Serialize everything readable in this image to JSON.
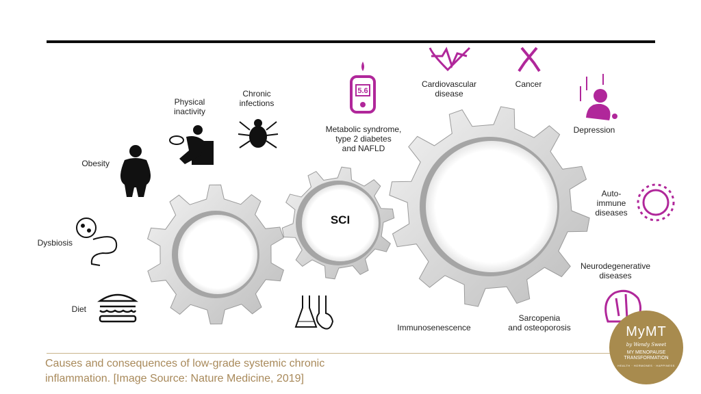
{
  "diagram": {
    "center_label": "SCI",
    "causes": {
      "physical_inactivity": "Physical\ninactivity",
      "chronic_infections": "Chronic\ninfections",
      "obesity": "Obesity",
      "dysbiosis": "Dysbiosis",
      "diet": "Diet"
    },
    "consequences": {
      "metabolic": "Metabolic syndrome,\ntype 2 diabetes\nand NAFLD",
      "cardiovascular": "Cardiovascular\ndisease",
      "cancer": "Cancer",
      "depression": "Depression",
      "autoimmune": "Auto-\nimmune\ndiseases",
      "neurodegenerative": "Neurodegenerative\ndiseases",
      "immunosenescence": "Immunosenescence",
      "sarcopenia": "Sarcopenia\nand osteoporosis"
    },
    "glucometer_reading": "5.6"
  },
  "caption": "Causes and consequences of low-grade systemic chronic\ninflammation. [Image Source: Nature Medicine, 2019]",
  "logo": {
    "name": "MyMT",
    "byline": "by Wendy Sweet",
    "line1": "MY MENOPAUSE",
    "line2": "TRANSFORMATION",
    "tagline": "HEALTH · HORMONES · HAPPINESS"
  },
  "colors": {
    "accent_purple": "#b0279a",
    "caption_gold": "#a8895a",
    "logo_gold": "#a88b4e",
    "gear_gray": "#d4d4d4"
  }
}
